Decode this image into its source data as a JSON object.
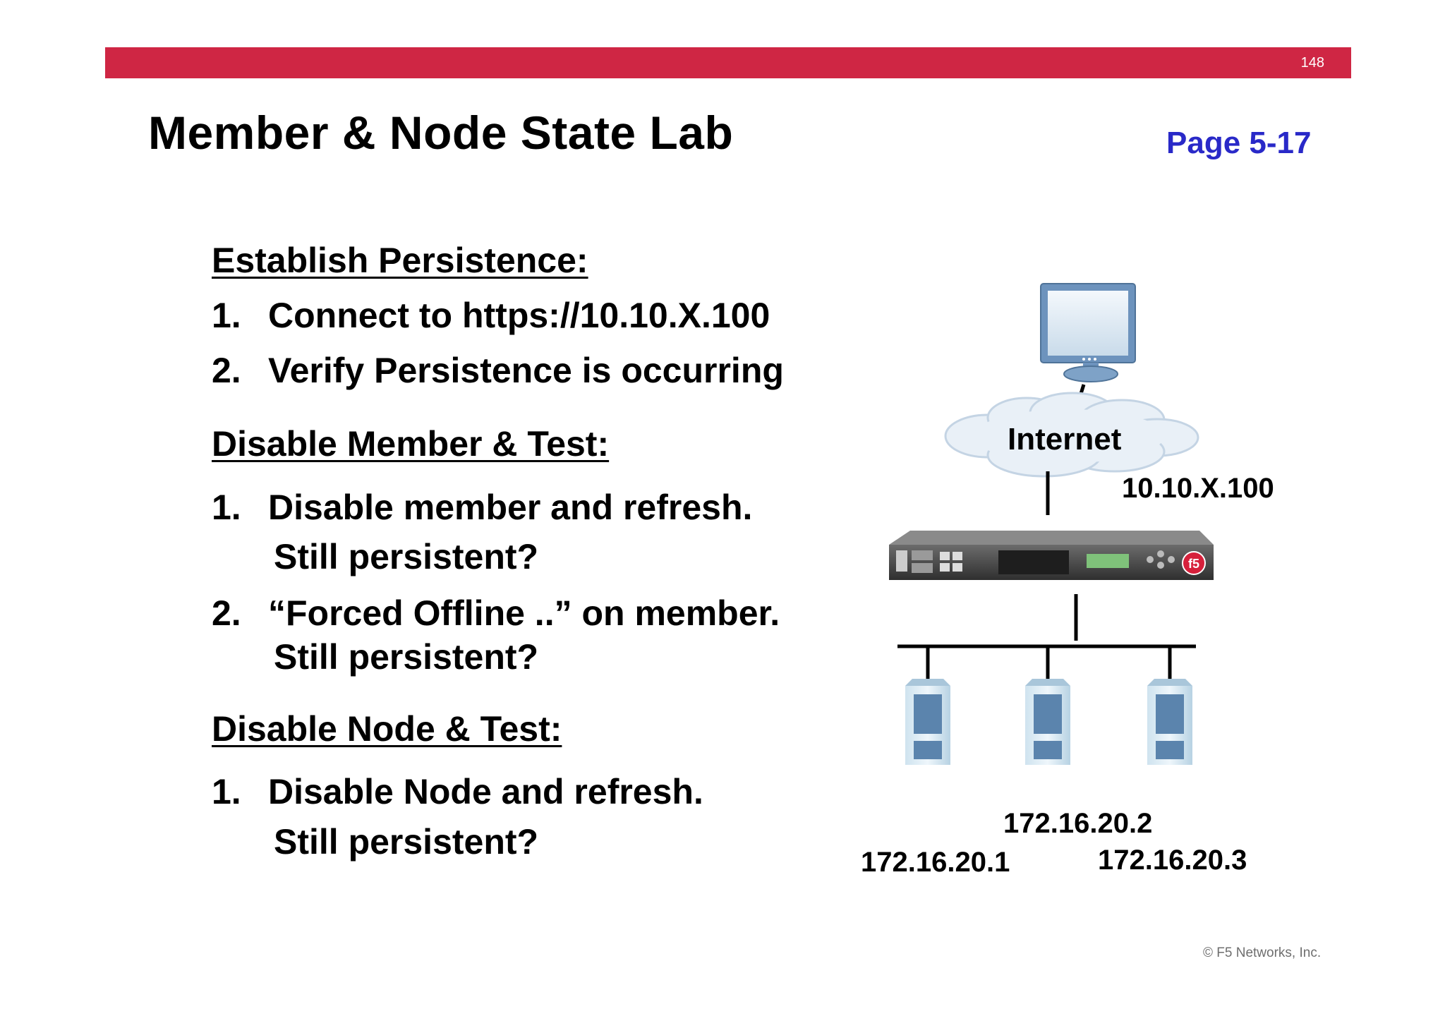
{
  "header": {
    "page_number": "148"
  },
  "slide": {
    "title": "Member & Node State Lab",
    "page_ref": "Page 5-17"
  },
  "sections": {
    "establish": {
      "heading": "Establish Persistence:",
      "items": [
        {
          "num": "1.",
          "text": "Connect to https://10.10.X.100"
        },
        {
          "num": "2.",
          "text": "Verify Persistence is occurring"
        }
      ]
    },
    "disable_member": {
      "heading": "Disable Member & Test:",
      "items": [
        {
          "num": "1.",
          "text": "Disable member and refresh.",
          "cont": "Still persistent?"
        },
        {
          "num": "2.",
          "text": "“Forced Offline ..” on member.",
          "cont": "Still persistent?"
        }
      ]
    },
    "disable_node": {
      "heading": "Disable Node & Test:",
      "items": [
        {
          "num": "1.",
          "text": "Disable Node and refresh.",
          "cont": "Still persistent?"
        }
      ]
    }
  },
  "diagram": {
    "internet_label": "Internet",
    "vip_label": "10.10.X.100",
    "device_badge": "f5",
    "servers": [
      {
        "ip": "172.16.20.1"
      },
      {
        "ip": "172.16.20.2"
      },
      {
        "ip": "172.16.20.3"
      }
    ],
    "icons": [
      "monitor-icon",
      "cloud-icon",
      "load-balancer-icon",
      "server-icon"
    ]
  },
  "footer": {
    "copyright": "© F5 Networks, Inc."
  },
  "colors": {
    "bar": "#cf2644",
    "page_ref": "#2929c8"
  }
}
